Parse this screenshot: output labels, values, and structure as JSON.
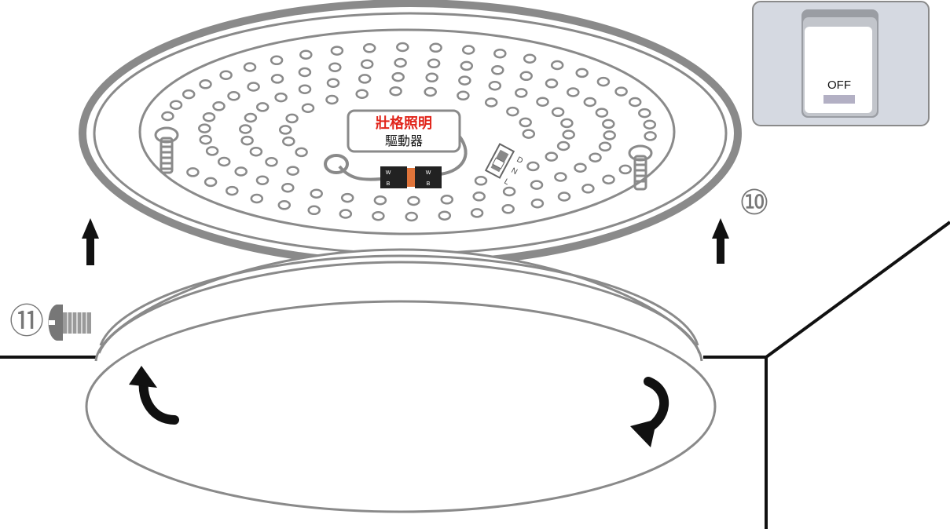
{
  "diagram": {
    "driver_label": {
      "brand": "壯格照明",
      "name": "驅動器"
    },
    "connector": {
      "pin_w": "W",
      "pin_b": "B"
    },
    "dip_switch": {
      "letters": [
        "D",
        "N",
        "L"
      ]
    },
    "switch_inset": {
      "label": "OFF"
    },
    "steps": {
      "step_10": "⑩",
      "step_11": "⑪"
    },
    "colors": {
      "brand_red": "#e1251b",
      "connector_orange": "#e0743a",
      "outline_gray": "#8a8a8a",
      "inset_bg": "#d5d9e1"
    }
  }
}
